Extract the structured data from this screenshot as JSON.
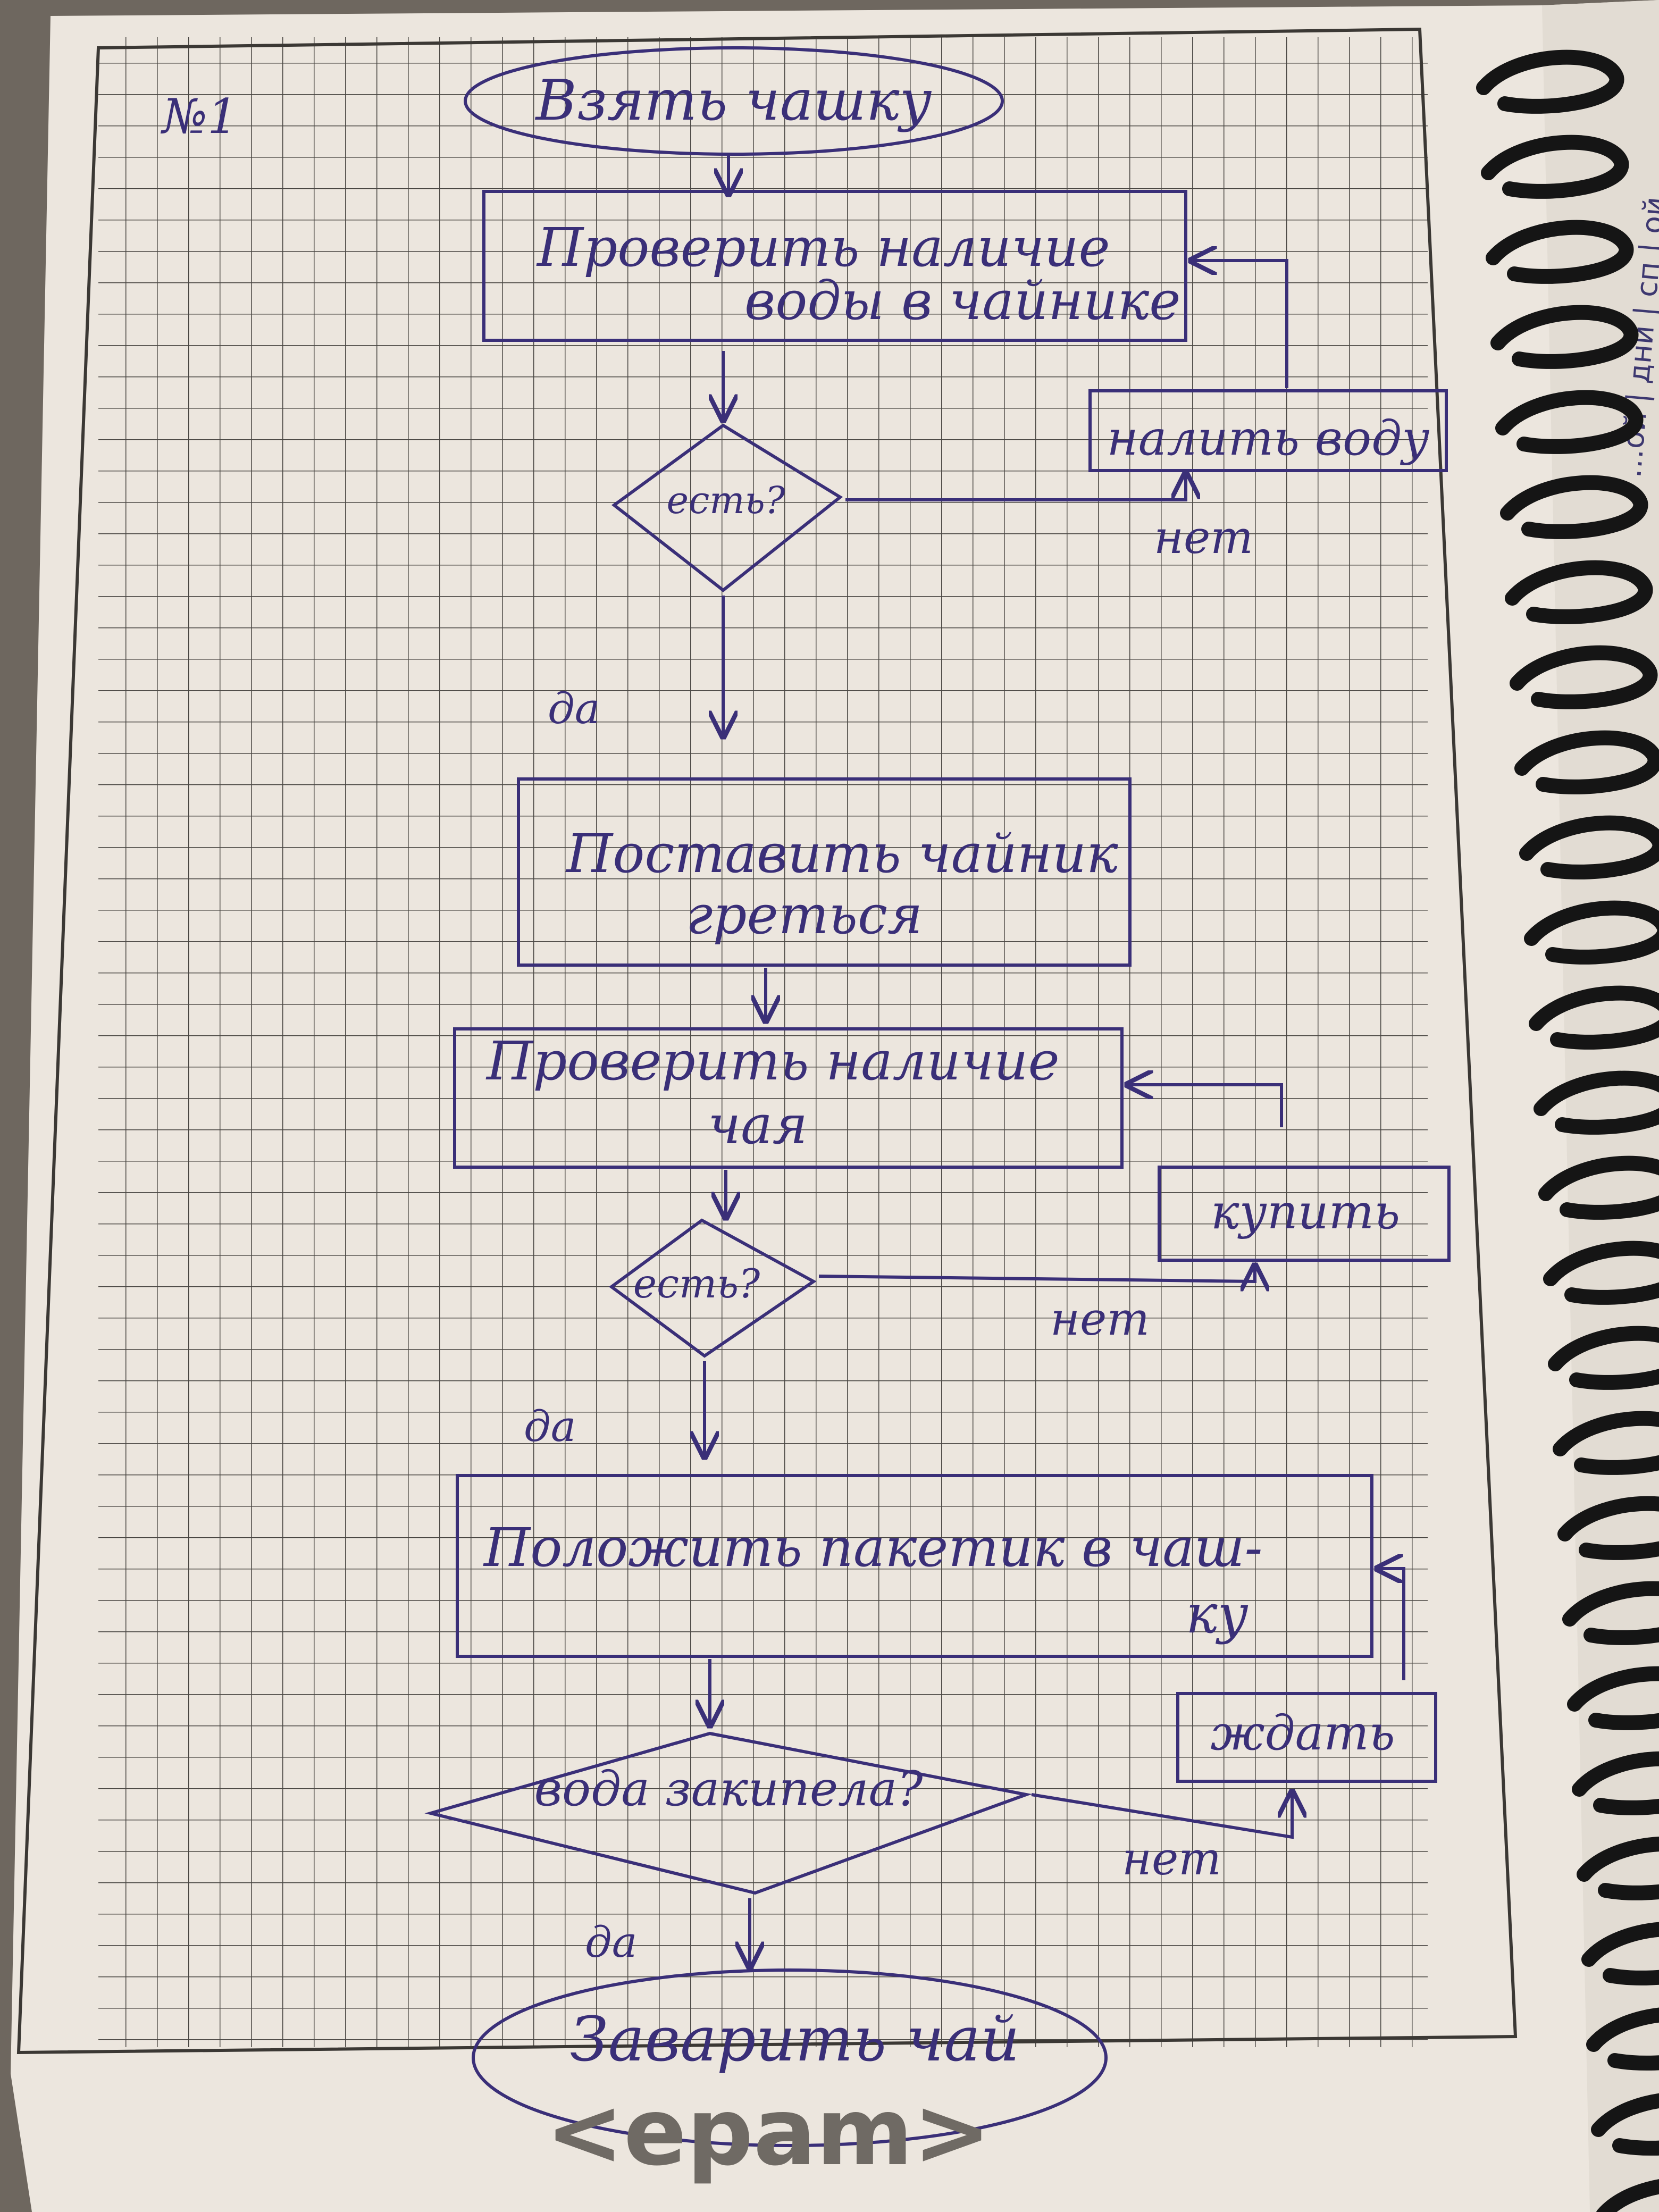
{
  "sheet": {
    "number": "№1",
    "brand": "<epam>",
    "binding_tab_text": "…ой | дни | сп | ой…"
  },
  "flowchart": {
    "start": "Взять чашку",
    "check_water": [
      "Проверить наличие",
      "воды в чайнике"
    ],
    "decision_water": "есть?",
    "add_water": "налить воду",
    "no_label_1": "нет",
    "yes_label_1": "да",
    "kettle": [
      "Поставить чайник",
      "греться"
    ],
    "check_tea": [
      "Проверить наличие",
      "чая"
    ],
    "decision_tea": "есть?",
    "buy": "купить",
    "no_label_2": "нет",
    "yes_label_2": "да",
    "put_bag": [
      "Положить пакетик в чаш-",
      "ку"
    ],
    "wait": "ждать",
    "decision_boil": "вода закипела?",
    "no_label_3": "нет",
    "yes_label_3": "да",
    "end": "Заварить чай"
  },
  "colors": {
    "ink": "#3a2f78",
    "paper": "#efeae3",
    "grid": "#4a4743",
    "background": "#6e675f",
    "coil": "#151515",
    "brand": "#6f6a64"
  }
}
